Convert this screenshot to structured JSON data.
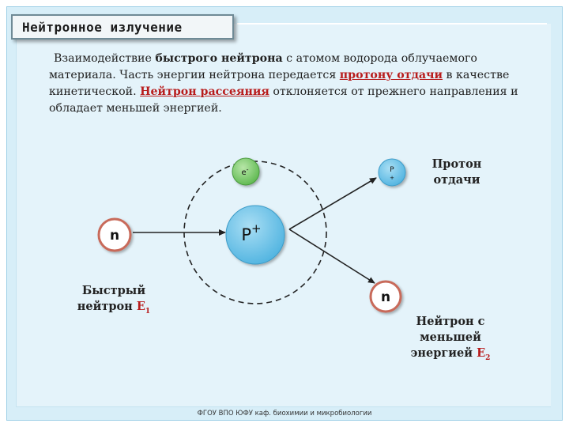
{
  "slide": {
    "title": "Нейтронное излучение",
    "paragraph": {
      "p1": "Взаимодействие ",
      "p1_bold": "быстрого нейтрона",
      "p2": " с атомом водорода облучаемого материала. Часть  энергии нейтрона передается ",
      "p2_red": "протону отдачи",
      "p3": " в качестве кинетической.  ",
      "p3_red": "Нейтрон рассеяния",
      "p4": "  отклоняется от прежнего направления и обладает меньшей энергией."
    },
    "footer": "ФГОУ ВПО ЮФУ  каф. биохимии и микробиологии"
  },
  "diagram": {
    "nucleus_label": "P",
    "nucleus_charge": "+",
    "electron_label": "e",
    "electron_charge": "-",
    "proton_label": "P",
    "proton_charge": "+",
    "neutron_in_label": "n",
    "neutron_out_label": "n",
    "fast_neutron_line1": "Быстрый",
    "fast_neutron_line2": "нейтрон ",
    "fast_neutron_energy": "E",
    "fast_neutron_energy_sub": "1",
    "recoil_proton_line1": "Протон",
    "recoil_proton_line2": "отдачи",
    "scattered_line1": "Нейтрон с",
    "scattered_line2": "меньшей",
    "scattered_line3": "энергией ",
    "scattered_energy": "E",
    "scattered_energy_sub": "2",
    "colors": {
      "nucleus": "#6cc3e8",
      "electron": "#7fc977",
      "proton": "#6cc3e8",
      "neutron_fill": "#ffffff",
      "neutron_ring": "#c86b5a",
      "arrow": "#222222",
      "accent_red": "#b81c1c"
    }
  }
}
